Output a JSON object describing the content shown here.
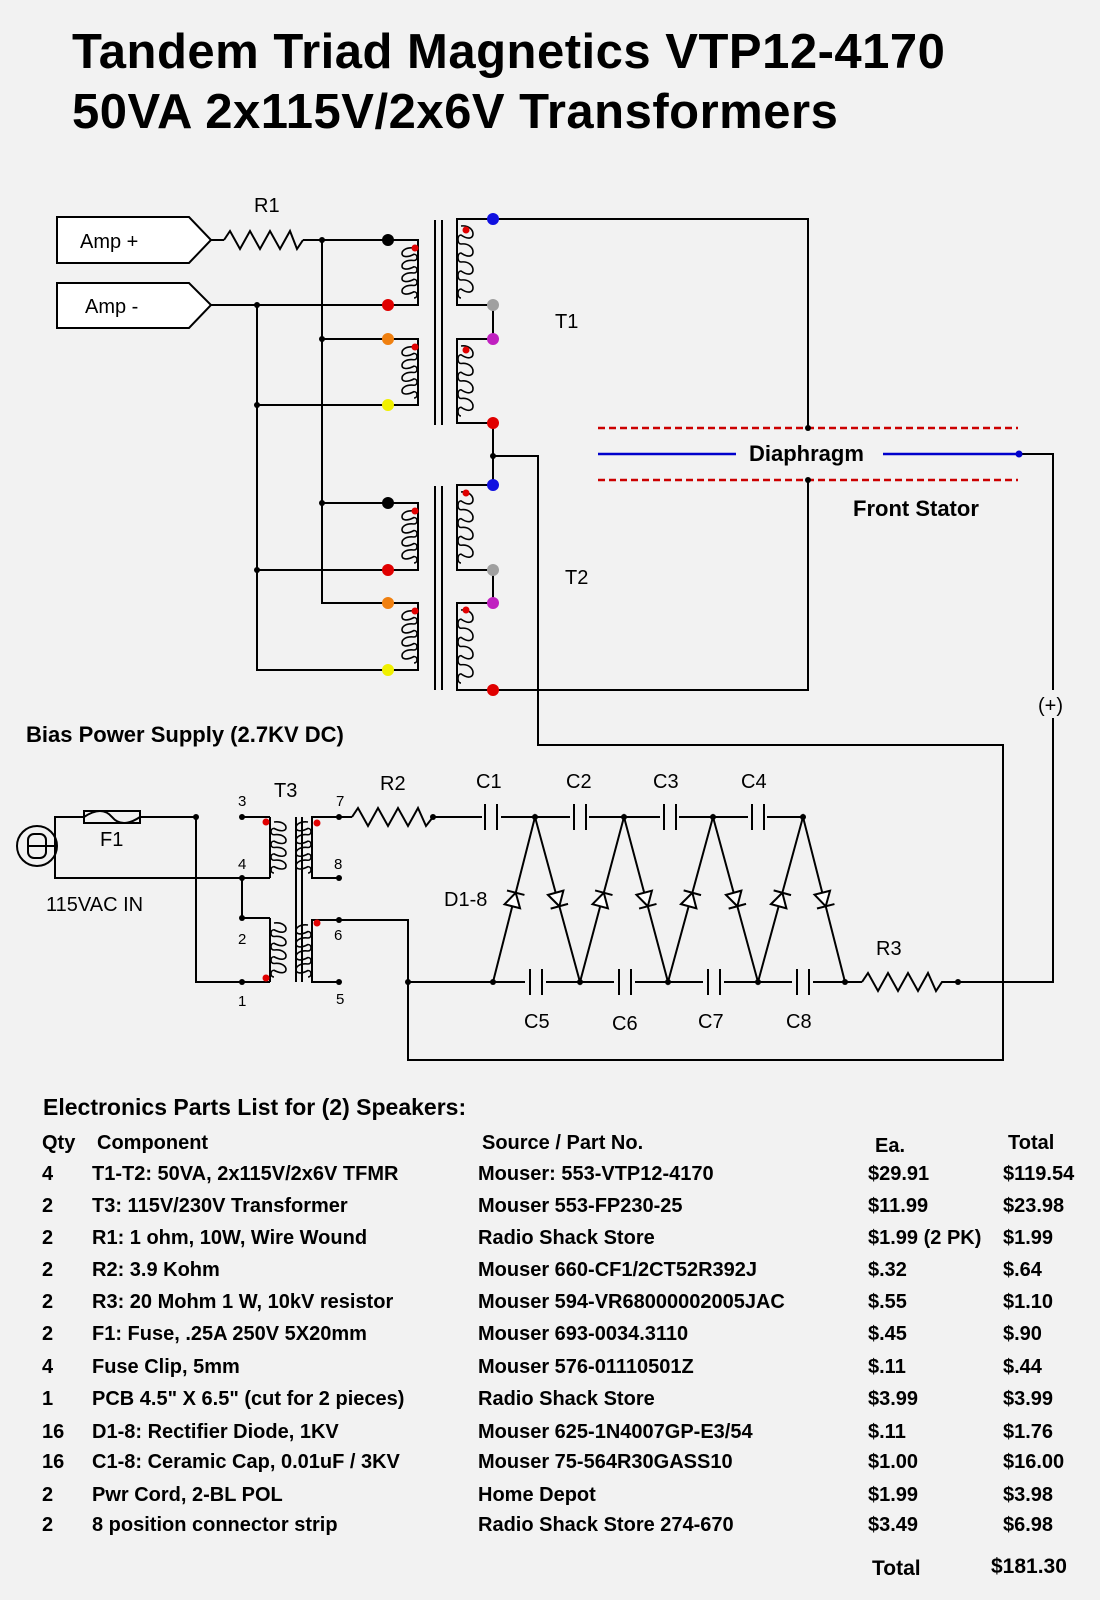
{
  "title": {
    "line1": "Tandem Triad Magnetics VTP12-4170",
    "line2": "50VA 2x115V/2x6V Transformers"
  },
  "schematic": {
    "amp_plus": "Amp +",
    "amp_minus": "Amp -",
    "r1": "R1",
    "t1": "T1",
    "t2": "T2",
    "t3": "T3",
    "diaphragm": "Diaphragm",
    "front_stator": "Front Stator",
    "plus_marker": "(+)",
    "bias_title": "Bias Power Supply (2.7KV DC)",
    "f1": "F1",
    "ac_in": "115VAC  IN",
    "r2": "R2",
    "r3": "R3",
    "d_label": "D1-8",
    "caps_top": [
      "C1",
      "C2",
      "C3",
      "C4"
    ],
    "caps_bottom": [
      "C5",
      "C6",
      "C7",
      "C8"
    ],
    "pins": {
      "p3": "3",
      "p4": "4",
      "p2": "2",
      "p1": "1",
      "p7": "7",
      "p8": "8",
      "p6": "6",
      "p5": "5"
    },
    "colors": {
      "wire": "#000000",
      "stator": "#cc0000",
      "diaphragm": "#0000cc",
      "dot_red": "#e00000",
      "dot_blue": "#1010e0",
      "dot_orange": "#f08010",
      "dot_yellow": "#f0f000",
      "dot_gray": "#a0a0a0",
      "dot_magenta": "#c020c0"
    }
  },
  "parts": {
    "title": "Electronics Parts List for (2) Speakers:",
    "headers": {
      "qty": "Qty",
      "component": "Component",
      "source": "Source / Part No.",
      "each": "Ea.",
      "total": "Total"
    },
    "rows": [
      {
        "qty": "4",
        "component": "T1-T2: 50VA, 2x115V/2x6V TFMR",
        "source": "Mouser:  553-VTP12-4170",
        "each": "$29.91",
        "total": "$119.54"
      },
      {
        "qty": "2",
        "component": "T3:  115V/230V Transformer",
        "source": "Mouser  553-FP230-25",
        "each": "$11.99",
        "total": "$23.98"
      },
      {
        "qty": "2",
        "component": "R1:  1 ohm,  10W, Wire Wound",
        "source": "Radio Shack Store",
        "each": "$1.99 (2 PK)",
        "total": "$1.99"
      },
      {
        "qty": "2",
        "component": "R2:  3.9 Kohm",
        "source": "Mouser  660-CF1/2CT52R392J",
        "each": "$.32",
        "total": "$.64"
      },
      {
        "qty": "2",
        "component": "R3:  20 Mohm 1 W, 10kV resistor",
        "source": "Mouser  594-VR68000002005JAC",
        "each": "$.55",
        "total": "$1.10"
      },
      {
        "qty": "2",
        "component": "F1: Fuse, .25A 250V 5X20mm",
        "source": "Mouser  693-0034.3110",
        "each": "$.45",
        "total": "$.90"
      },
      {
        "qty": "4",
        "component": "Fuse Clip, 5mm",
        "source": "Mouser  576-01110501Z",
        "each": "$.11",
        "total": "$.44"
      },
      {
        "qty": "1",
        "component": "PCB 4.5\" X 6.5\" (cut for 2 pieces)",
        "source": "Radio Shack Store",
        "each": "$3.99",
        "total": "$3.99"
      },
      {
        "qty": "16",
        "component": "D1-8:  Rectifier Diode, 1KV",
        "source": "Mouser  625-1N4007GP-E3/54",
        "each": "$.11",
        "total": "$1.76"
      },
      {
        "qty": "16",
        "component": "C1-8: Ceramic Cap, 0.01uF / 3KV",
        "source": "Mouser  75-564R30GASS10",
        "each": "$1.00",
        "total": "$16.00"
      },
      {
        "qty": "2",
        "component": "Pwr Cord, 2-BL POL",
        "source": "Home Depot",
        "each": "$1.99",
        "total": "$3.98"
      },
      {
        "qty": "2",
        "component": "8 position connector strip",
        "source": "Radio Shack Store 274-670",
        "each": "$3.49",
        "total": "$6.98"
      }
    ],
    "total_label": "Total",
    "total_value": "$181.30"
  }
}
